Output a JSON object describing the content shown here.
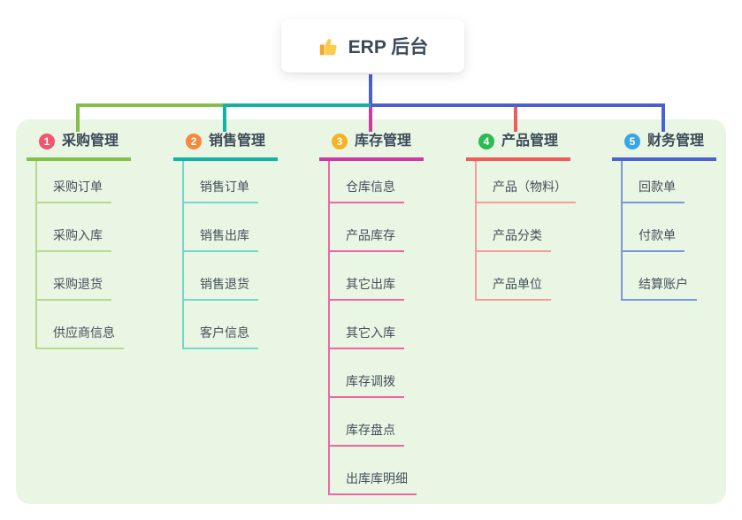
{
  "root": {
    "label": "ERP 后台",
    "icon": "thumbs-up-icon"
  },
  "branches": [
    {
      "num": "1",
      "title": "采购管理",
      "badge_color": "#f2566d",
      "main_color": "#82c04a",
      "light_color": "#b5da8e",
      "children": [
        "采购订单",
        "采购入库",
        "采购退货",
        "供应商信息"
      ]
    },
    {
      "num": "2",
      "title": "销售管理",
      "badge_color": "#f7883f",
      "main_color": "#12b2a4",
      "light_color": "#76d6cb",
      "children": [
        "销售订单",
        "销售出库",
        "销售退货",
        "客户信息"
      ]
    },
    {
      "num": "3",
      "title": "库存管理",
      "badge_color": "#f8b223",
      "main_color": "#cf39a2",
      "light_color": "#ee66a4",
      "children": [
        "仓库信息",
        "产品库存",
        "其它出库",
        "其它入库",
        "库存调拨",
        "库存盘点",
        "出库库明细"
      ]
    },
    {
      "num": "4",
      "title": "产品管理",
      "badge_color": "#2cba52",
      "main_color": "#f15b5b",
      "light_color": "#f79c9c",
      "children": [
        "产品（物料）",
        "产品分类",
        "产品单位"
      ]
    },
    {
      "num": "5",
      "title": "财务管理",
      "badge_color": "#38a5e5",
      "main_color": "#4a63cd",
      "light_color": "#7b96dc",
      "children": [
        "回款单",
        "付款单",
        "结算账户"
      ]
    }
  ],
  "colors": {
    "canvas_bg": "#ffffff",
    "panel_bg": "#e9f6e3",
    "root_connector": "#4a5fd1",
    "text_dark": "#3b4a59"
  }
}
